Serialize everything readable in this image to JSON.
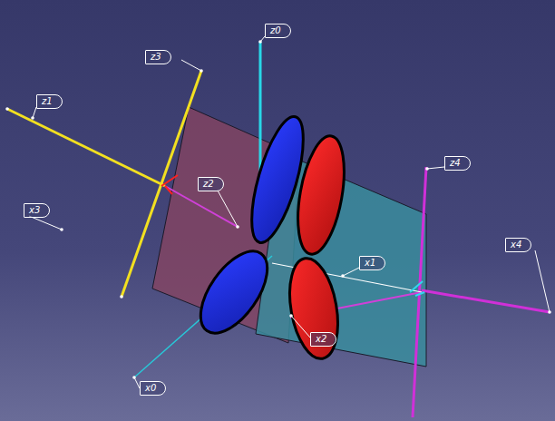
{
  "diagram": {
    "labels": [
      "z0",
      "z3",
      "z1",
      "z4",
      "z2",
      "x3",
      "x1",
      "x4",
      "x2",
      "x0"
    ]
  }
}
